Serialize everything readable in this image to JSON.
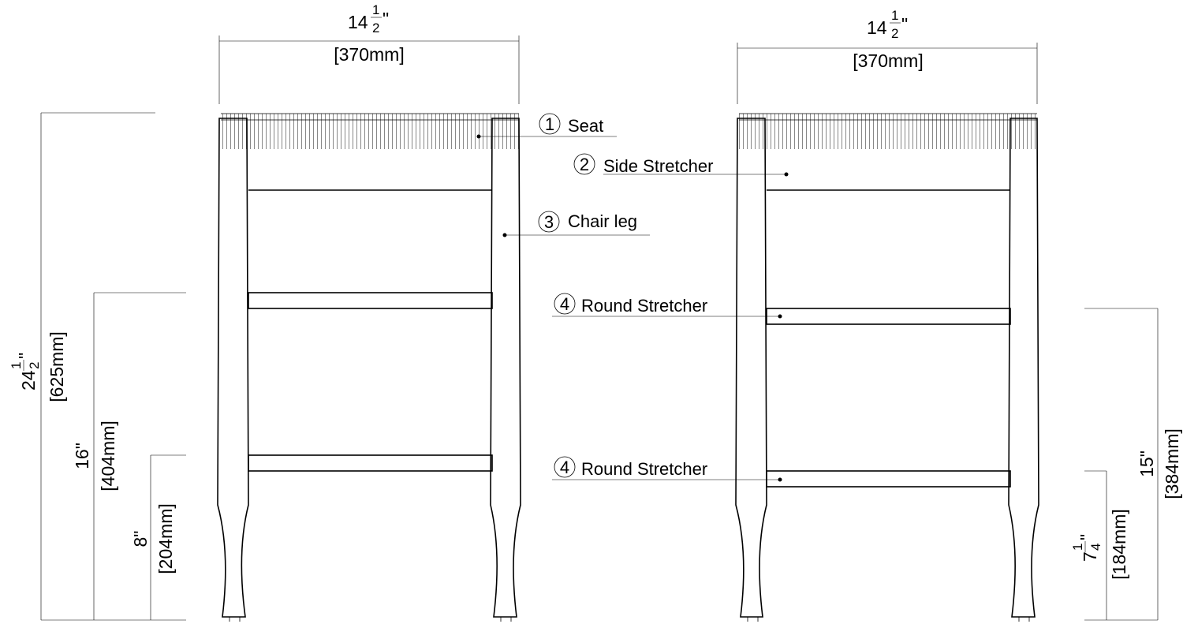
{
  "labels": {
    "seat": {
      "number": "1",
      "text": "Seat"
    },
    "side_stretcher": {
      "number": "2",
      "text": "Side Stretcher"
    },
    "chair_leg": {
      "number": "3",
      "text": "Chair leg"
    },
    "round_stretcher_upper": {
      "number": "4",
      "text": "Round Stretcher"
    },
    "round_stretcher_lower": {
      "number": "4",
      "text": "Round Stretcher"
    }
  },
  "dimensions": {
    "width_left": {
      "whole": "14",
      "num": "1",
      "den": "2",
      "inch": "\"",
      "mm": "[370mm]"
    },
    "width_right": {
      "whole": "14",
      "num": "1",
      "den": "2",
      "inch": "\"",
      "mm": "[370mm]"
    },
    "total_height": {
      "whole": "24",
      "num": "1",
      "den": "2",
      "inch": "\"",
      "mm": "[625mm]"
    },
    "upper_stretcher_height_left": {
      "value": "16\"",
      "mm": "[404mm]"
    },
    "lower_stretcher_height_left": {
      "value": "8\"",
      "mm": "[204mm]"
    },
    "upper_stretcher_height_right": {
      "value": "15\"",
      "mm": "[384mm]"
    },
    "lower_stretcher_height_right": {
      "whole": "7",
      "num": "1",
      "den": "4",
      "inch": "\"",
      "mm": "[184mm]"
    }
  }
}
